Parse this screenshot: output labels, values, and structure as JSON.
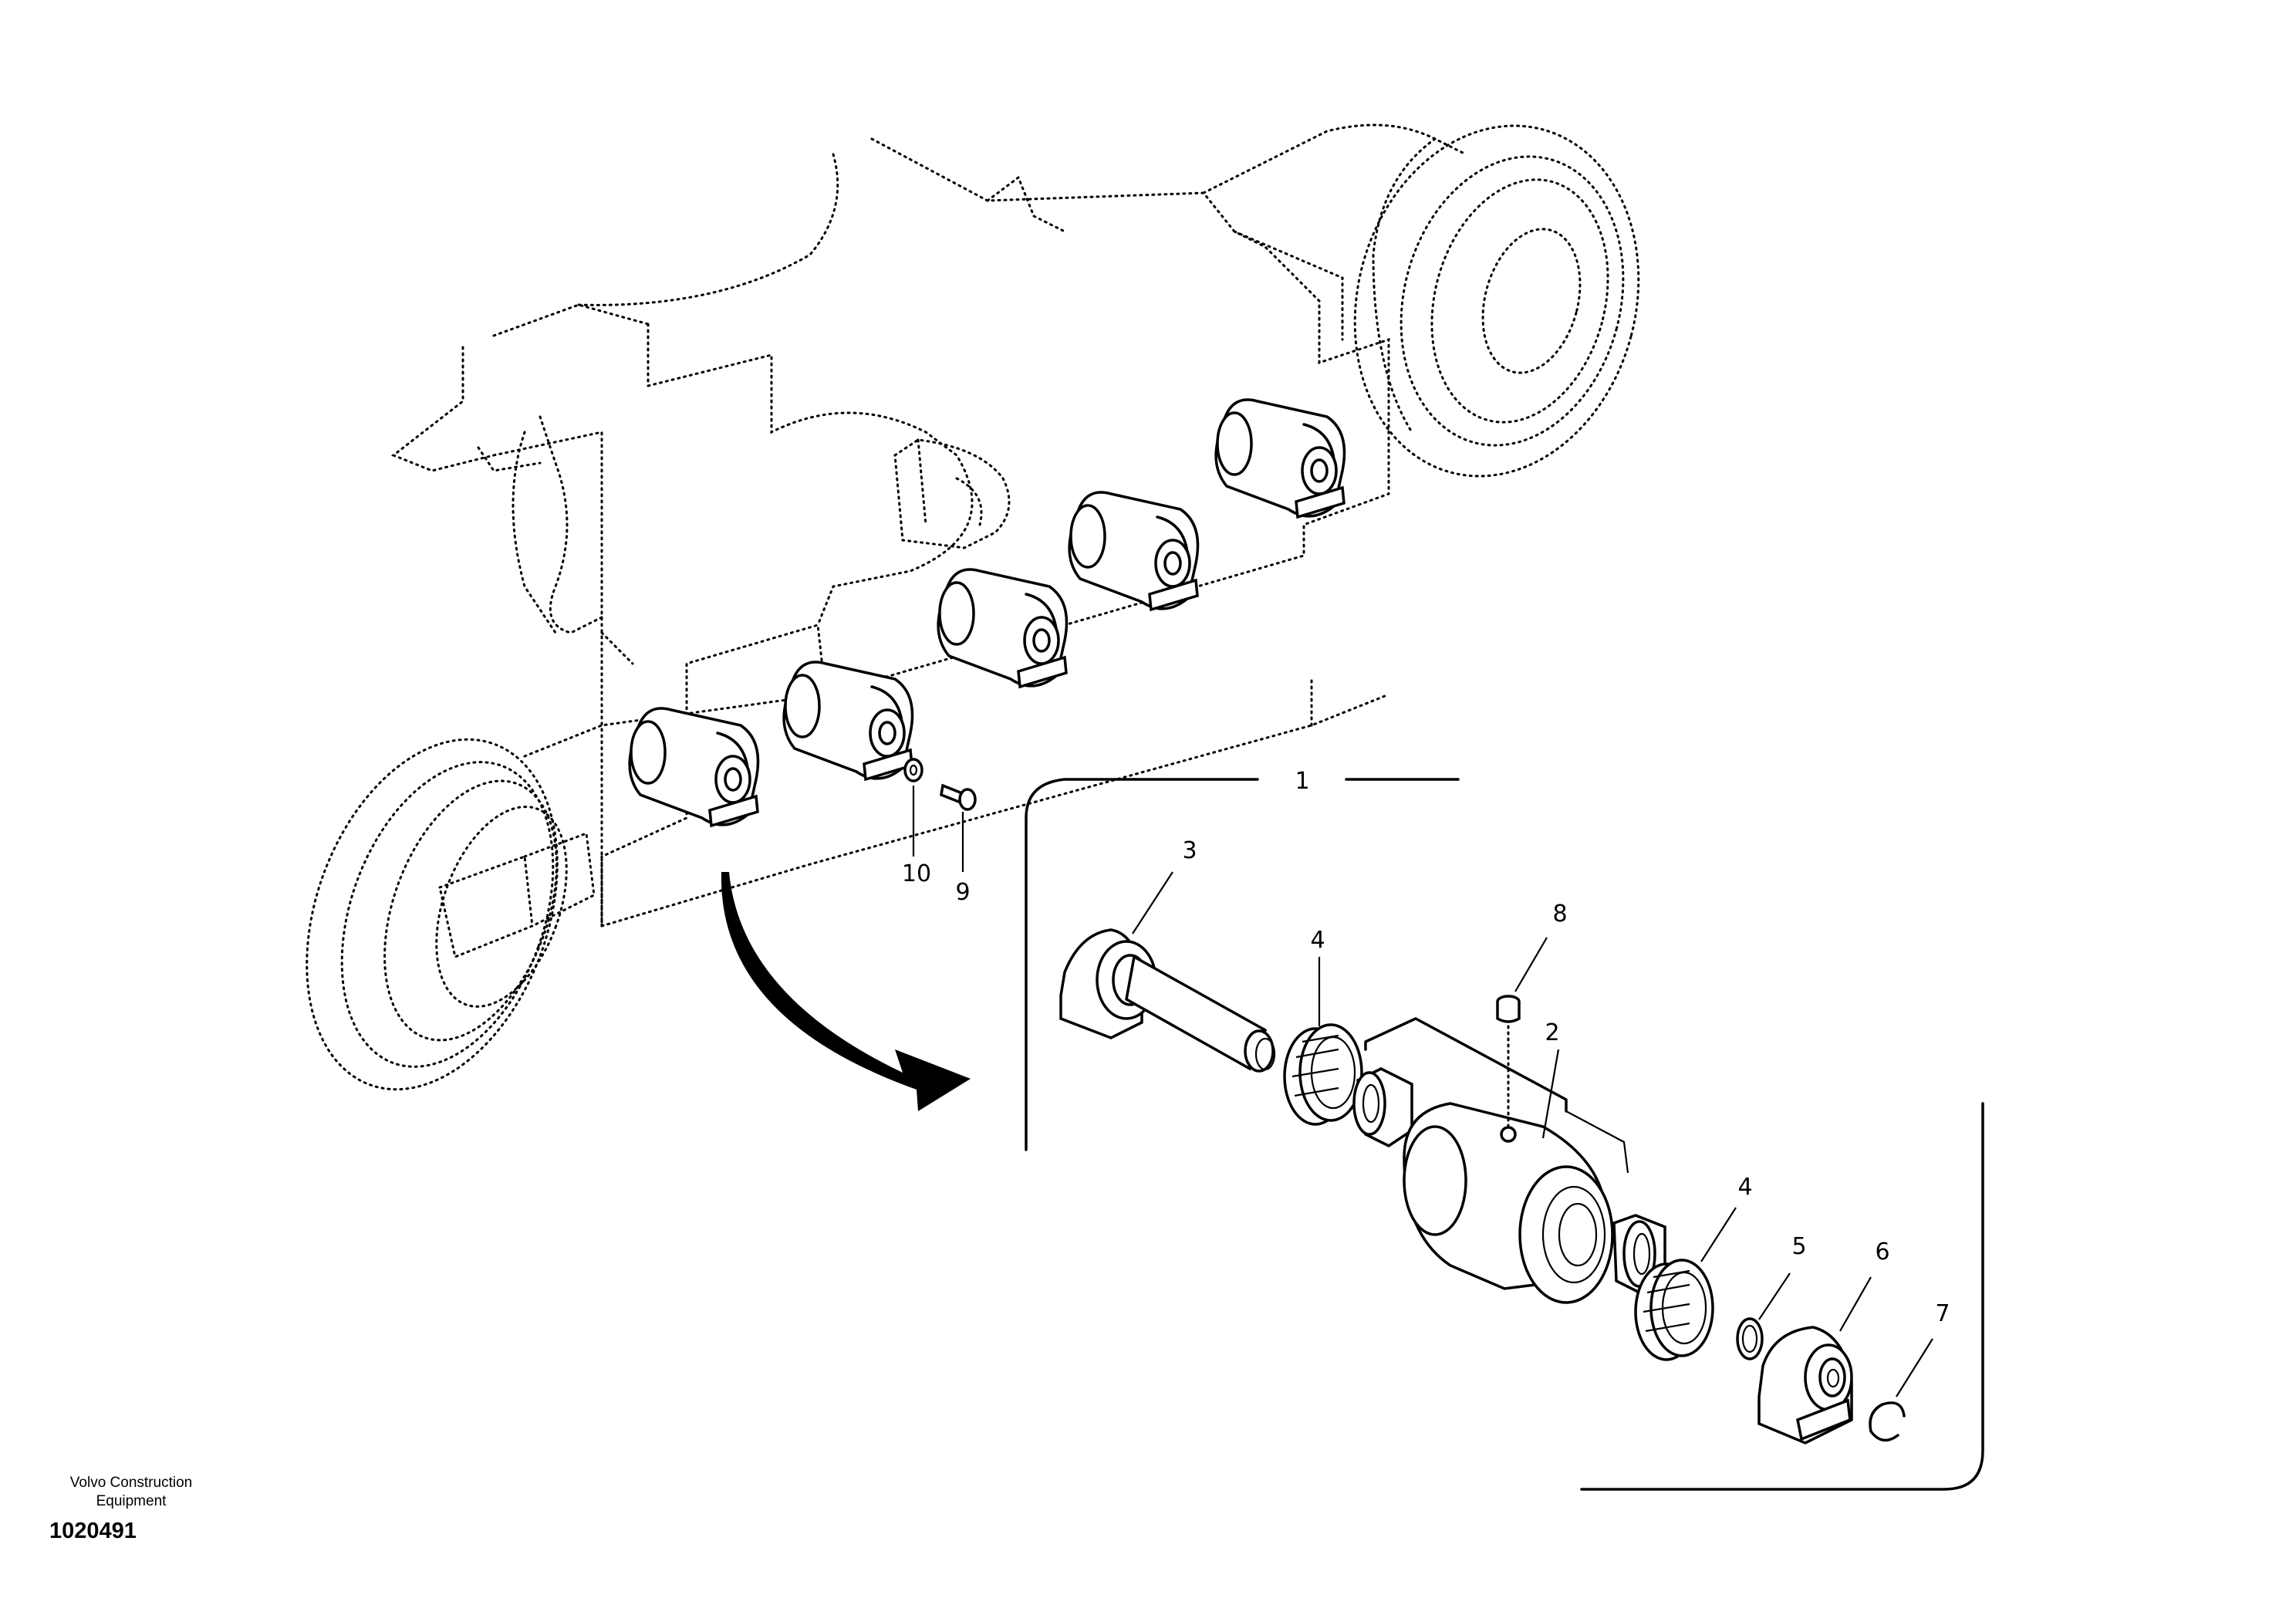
{
  "brand": {
    "line1": "Volvo Construction",
    "line2": "Equipment"
  },
  "drawing_number": "1020491",
  "callouts": {
    "assembly": "1",
    "roller": "2",
    "shaft": "3",
    "seal_left": "4",
    "seal_right": "4",
    "o_ring": "5",
    "end_collar": "6",
    "snap_ring": "7",
    "plug": "8",
    "bolt": "9",
    "washer": "10"
  }
}
